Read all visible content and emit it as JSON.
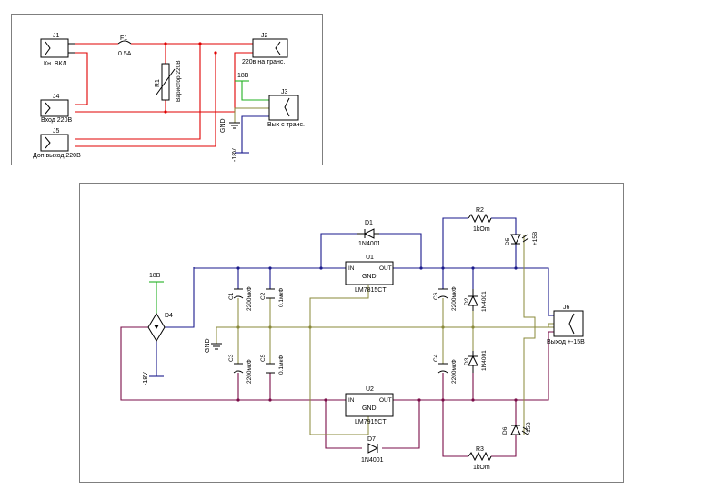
{
  "colors": {
    "wire_ac": "#e00000",
    "wire_positive": "#1a1a8c",
    "wire_negative": "#7a0c48",
    "wire_ground": "#8a8a3a",
    "wire_18v": "#22b022",
    "frame": "#7f7f7f"
  },
  "top": {
    "j1": {
      "ref": "J1",
      "name": "Кн. ВКЛ"
    },
    "j4": {
      "ref": "J4",
      "name": "Вход 220В"
    },
    "j5": {
      "ref": "J5",
      "name": "Доп выход 220В"
    },
    "j2": {
      "ref": "J2",
      "name": "220в на транс."
    },
    "j3": {
      "ref": "J3",
      "name": "Вых с транс."
    },
    "f1": {
      "ref": "F1",
      "value": "0.5A"
    },
    "r1": {
      "ref": "R1",
      "value": "Варистор 220В"
    },
    "p18": "18В",
    "gnd": "GND",
    "m18": "-18V"
  },
  "bottom": {
    "d1": {
      "ref": "D1",
      "value": "1N4001"
    },
    "d7": {
      "ref": "D7",
      "value": "1N4001"
    },
    "u1": {
      "ref": "U1",
      "pin_in": "IN",
      "pin_out": "OUT",
      "pin_gnd": "GND",
      "value": "LM7815CT"
    },
    "u2": {
      "ref": "U2",
      "pin_in": "IN",
      "pin_out": "OUT",
      "pin_gnd": "GND",
      "value": "LM7915CT"
    },
    "r2": {
      "ref": "R2",
      "value": "1kOm"
    },
    "r3": {
      "ref": "R3",
      "value": "1kOm"
    },
    "d4": {
      "ref": "D4"
    },
    "d2": {
      "ref": "D2",
      "value": "1N4001"
    },
    "d3": {
      "ref": "D3",
      "value": "1N4001"
    },
    "d5": {
      "ref": "D5",
      "value": "+15В"
    },
    "d6": {
      "ref": "D6",
      "value": "-15В"
    },
    "c1": {
      "ref": "C1",
      "value": "2200мкФ"
    },
    "c2": {
      "ref": "C2",
      "value": "0.1мкФ"
    },
    "c3": {
      "ref": "C3",
      "value": "2200мкФ"
    },
    "c4": {
      "ref": "C4",
      "value": "2200мкФ"
    },
    "c5": {
      "ref": "C5",
      "value": "0.1мкФ"
    },
    "c6": {
      "ref": "C6",
      "value": "2200мкФ"
    },
    "j6": {
      "ref": "J6",
      "name": "Выход +-15В"
    },
    "p18": "18В",
    "gnd": "GND",
    "m18": "-18V"
  }
}
